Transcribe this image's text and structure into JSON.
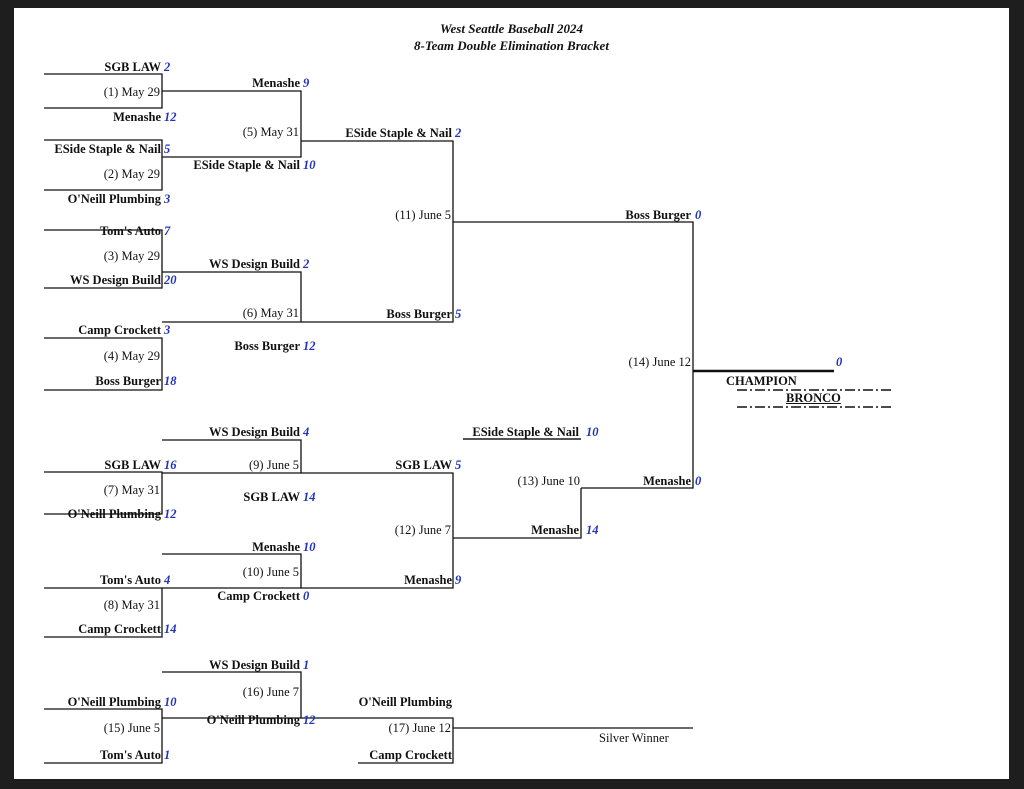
{
  "title_line1": "West Seattle Baseball 2024",
  "title_line2": "8-Team Double Elimination Bracket",
  "teams": {
    "r1_1": "SGB LAW",
    "r1_2": "Menashe",
    "r1_3": "ESide Staple & Nail",
    "r1_4": "O'Neill Plumbing",
    "r1_5": "Tom's Auto",
    "r1_6": "WS Design Build",
    "r1_7": "Camp Crockett",
    "r1_8": "Boss Burger",
    "r2_1": "Menashe",
    "r2_2": "ESide Staple & Nail",
    "r2_3": "WS Design Build",
    "r2_4": "Boss Burger",
    "r3_1": "ESide Staple & Nail",
    "r3_2": "Boss Burger",
    "r4_1": "Boss Burger",
    "r4_2": "Menashe",
    "l_1": "WS Design Build",
    "l_2": "SGB LAW",
    "l_3": "O'Neill Plumbing",
    "l_4": "SGB LAW",
    "l_5": "Menashe",
    "l_6": "Tom's Auto",
    "l_7": "Camp Crockett",
    "l_8": "Camp Crockett",
    "l_9": "SGB LAW",
    "l_10": "Menashe",
    "l_11": "ESide Staple & Nail",
    "l_12": "Menashe",
    "s_1": "WS Design Build",
    "s_2": "O'Neill Plumbing",
    "s_3": "Tom's Auto",
    "s_4": "O'Neill Plumbing",
    "s_5": "O'Neill Plumbing",
    "s_6": "Camp Crockett"
  },
  "scores": {
    "r1_1": "2",
    "r1_2": "12",
    "r1_3": "5",
    "r1_4": "3",
    "r1_5": "7",
    "r1_6": "20",
    "r1_7": "3",
    "r1_8": "18",
    "r2_1": "9",
    "r2_2": "10",
    "r2_3": "2",
    "r2_4": "12",
    "r3_1": "2",
    "r3_2": "5",
    "r4_1": "0",
    "r4_2": "0",
    "champ": "0",
    "l_1": "4",
    "l_2": "16",
    "l_3": "12",
    "l_4": "14",
    "l_5": "10",
    "l_6": "4",
    "l_7": "14",
    "l_8": "0",
    "l_9": "5",
    "l_10": "9",
    "l_11": "10",
    "l_12": "14",
    "s_1": "1",
    "s_2": "10",
    "s_3": "1",
    "s_4": "12"
  },
  "games": {
    "g1": "(1) May 29",
    "g2": "(2) May 29",
    "g3": "(3) May 29",
    "g4": "(4) May 29",
    "g5": "(5) May 31",
    "g6": "(6) May 31",
    "g7": "(7) May 31",
    "g8": "(8) May 31",
    "g9": "(9) June 5",
    "g10": "(10) June 5",
    "g11": "(11) June 5",
    "g12": "(12) June 7",
    "g13": "(13) June 10",
    "g14": "(14) June 12",
    "g15": "(15) June 5",
    "g16": "(16) June 7",
    "g17": "(17) June 12"
  },
  "champion_label": "CHAMPION",
  "champion_name": "BRONCO",
  "silver_label": "Silver Winner"
}
